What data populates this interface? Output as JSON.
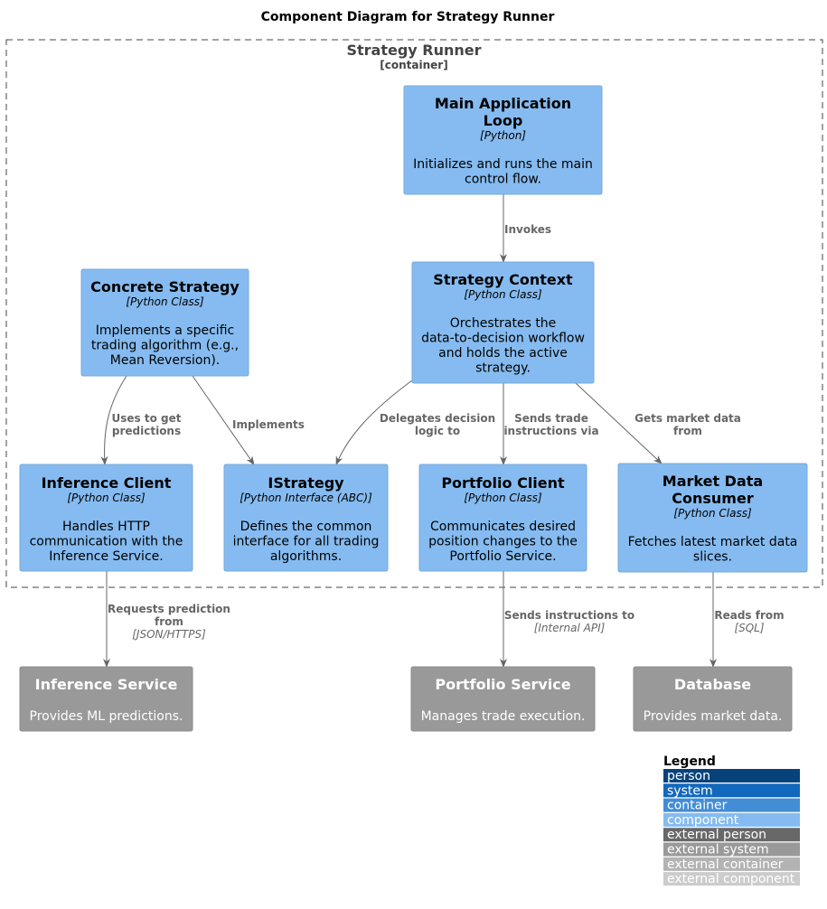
{
  "title": "Component Diagram for Strategy Runner",
  "boundary": {
    "name": "Strategy Runner",
    "type": "[container]"
  },
  "components": [
    {
      "id": "main-loop",
      "name": [
        "Main Application",
        "Loop"
      ],
      "tech": "[Python]",
      "desc": [
        "Initializes and runs the main",
        "control flow."
      ]
    },
    {
      "id": "strategy-context",
      "name": [
        "Strategy Context"
      ],
      "tech": "[Python Class]",
      "desc": [
        "Orchestrates the",
        "data-to-decision workflow",
        "and holds the active",
        "strategy."
      ]
    },
    {
      "id": "concrete-strategy",
      "name": [
        "Concrete Strategy"
      ],
      "tech": "[Python Class]",
      "desc": [
        "Implements a specific",
        "trading algorithm (e.g.,",
        "Mean Reversion)."
      ]
    },
    {
      "id": "inference-client",
      "name": [
        "Inference Client"
      ],
      "tech": "[Python Class]",
      "desc": [
        "Handles HTTP",
        "communication with the",
        "Inference Service."
      ]
    },
    {
      "id": "istrategy",
      "name": [
        "IStrategy"
      ],
      "tech": "[Python Interface (ABC)]",
      "desc": [
        "Defines the common",
        "interface for all trading",
        "algorithms."
      ]
    },
    {
      "id": "portfolio-client",
      "name": [
        "Portfolio Client"
      ],
      "tech": "[Python Class]",
      "desc": [
        "Communicates desired",
        "position changes to the",
        "Portfolio Service."
      ]
    },
    {
      "id": "market-data-consumer",
      "name": [
        "Market Data",
        "Consumer"
      ],
      "tech": "[Python Class]",
      "desc": [
        "Fetches latest market data",
        "slices."
      ]
    }
  ],
  "external_systems": [
    {
      "id": "inference-service",
      "name": "Inference Service",
      "desc": "Provides ML predictions."
    },
    {
      "id": "portfolio-service",
      "name": "Portfolio Service",
      "desc": "Manages trade execution."
    },
    {
      "id": "database",
      "name": "Database",
      "desc": "Provides market data."
    }
  ],
  "relations": [
    {
      "id": "invokes",
      "from": "main-loop",
      "to": "strategy-context",
      "label": [
        "Invokes"
      ],
      "tech": ""
    },
    {
      "id": "uses-to-get-predictions",
      "from": "concrete-strategy",
      "to": "inference-client",
      "label": [
        "Uses to get",
        "predictions"
      ],
      "tech": ""
    },
    {
      "id": "implements",
      "from": "concrete-strategy",
      "to": "istrategy",
      "label": [
        "Implements"
      ],
      "tech": ""
    },
    {
      "id": "delegates-decision",
      "from": "strategy-context",
      "to": "istrategy",
      "label": [
        "Delegates decision",
        "logic to"
      ],
      "tech": ""
    },
    {
      "id": "sends-trade-instructions",
      "from": "strategy-context",
      "to": "portfolio-client",
      "label": [
        "Sends trade",
        "instructions via"
      ],
      "tech": ""
    },
    {
      "id": "gets-market-data",
      "from": "strategy-context",
      "to": "market-data-consumer",
      "label": [
        "Gets market data",
        "from"
      ],
      "tech": ""
    },
    {
      "id": "requests-prediction",
      "from": "inference-client",
      "to": "inference-service",
      "label": [
        "Requests prediction",
        "from"
      ],
      "tech": "[JSON/HTTPS]"
    },
    {
      "id": "sends-instructions",
      "from": "portfolio-client",
      "to": "portfolio-service",
      "label": [
        "Sends instructions to"
      ],
      "tech": "[Internal API]"
    },
    {
      "id": "reads-from",
      "from": "market-data-consumer",
      "to": "database",
      "label": [
        "Reads from"
      ],
      "tech": "[SQL]"
    }
  ],
  "legend": {
    "title": "Legend",
    "items": [
      {
        "label": "person",
        "color": "#08427b"
      },
      {
        "label": "system",
        "color": "#1168bd"
      },
      {
        "label": "container",
        "color": "#438dd5"
      },
      {
        "label": "component",
        "color": "#85bbf0"
      },
      {
        "label": "external person",
        "color": "#686868"
      },
      {
        "label": "external system",
        "color": "#999999"
      },
      {
        "label": "external container",
        "color": "#b3b3b3"
      },
      {
        "label": "external component",
        "color": "#cccccc"
      }
    ]
  },
  "colors": {
    "component": "#85bbf0",
    "component_border": "#78a8d8",
    "external_system": "#999999",
    "external_border": "#8a8a8a",
    "edge": "#666666",
    "boundary": "#444444"
  }
}
